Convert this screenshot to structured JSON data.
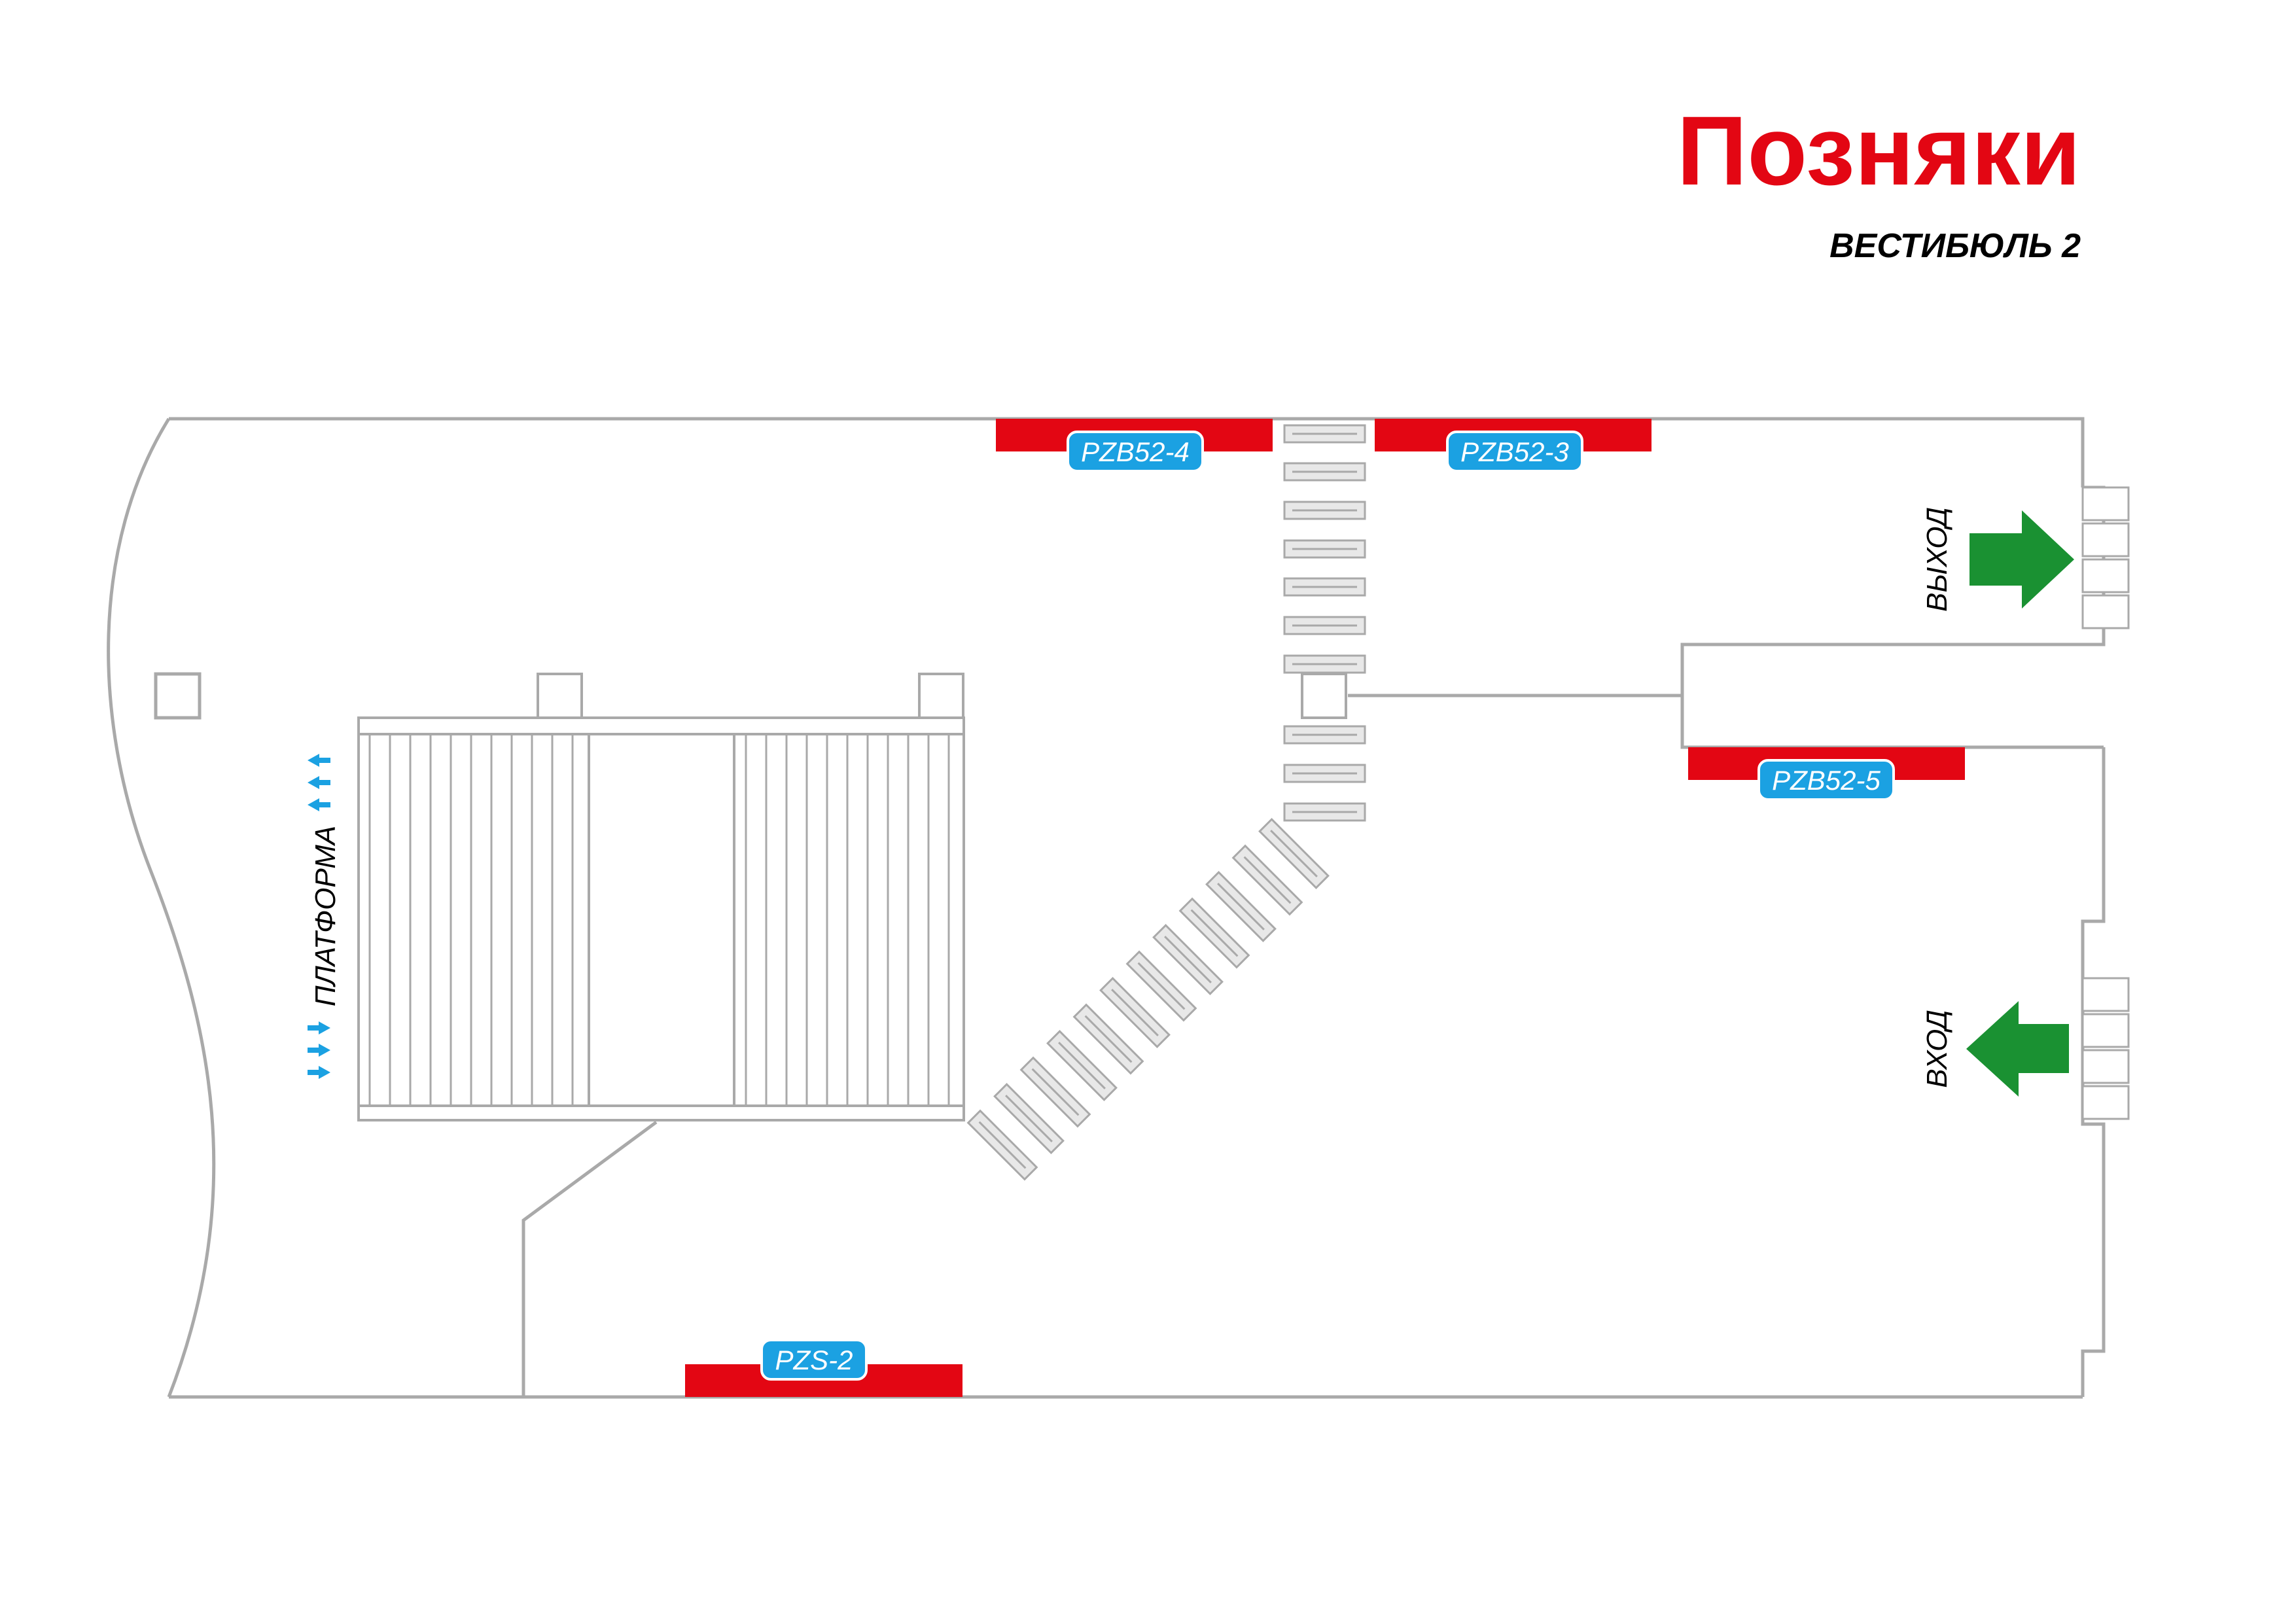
{
  "station": {
    "name": "Позняки",
    "subtitle": "ВЕСТИБЮЛЬ 2"
  },
  "colors": {
    "accent": "#e30613",
    "tag": "#1ba1e2",
    "arrow": "#1a9132",
    "wall": "#a9a9a9",
    "platform_arrow": "#1ba1e2"
  },
  "labels": {
    "exit": "ВЫХОД",
    "entrance": "ВХОД",
    "platform": "ПЛАТФОРМА"
  },
  "ad_spots": [
    {
      "id": "PZB52-4"
    },
    {
      "id": "PZB52-3"
    },
    {
      "id": "PZB52-5"
    },
    {
      "id": "PZS-2"
    }
  ]
}
